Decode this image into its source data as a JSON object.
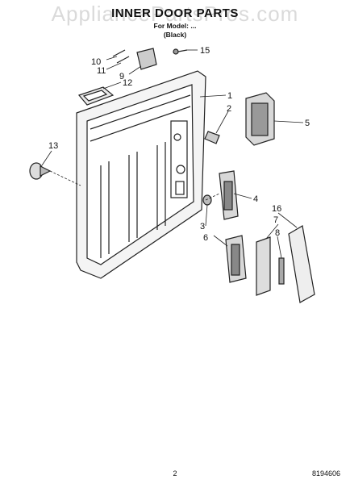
{
  "diagram": {
    "title": "INNER DOOR PARTS",
    "model_line": "For Model: ...",
    "color_note": "(Black)",
    "watermark": "AppliancePartsPros.com",
    "page_number": "2",
    "document_number": "8194606",
    "callouts": [
      "1",
      "2",
      "3",
      "4",
      "5",
      "6",
      "7",
      "8",
      "9",
      "10",
      "11",
      "12",
      "13",
      "15",
      "16"
    ]
  }
}
